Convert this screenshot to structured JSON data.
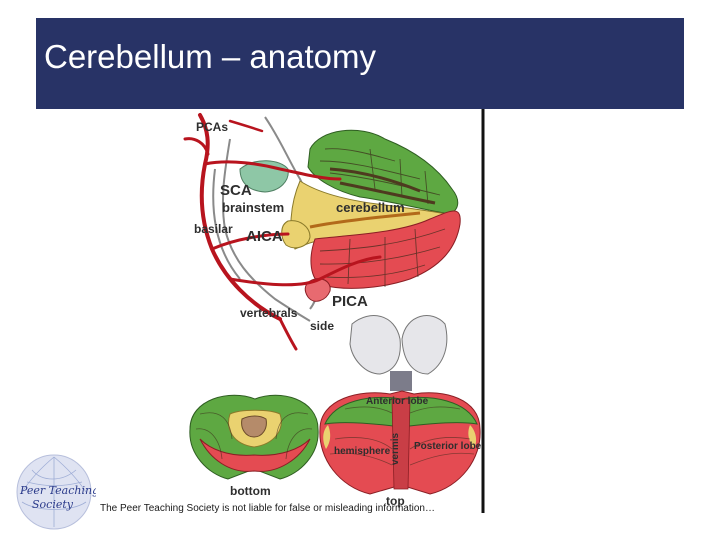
{
  "slide": {
    "title": "Cerebellum – anatomy"
  },
  "figure": {
    "labels": {
      "pcas": "PCAs",
      "sca": "SCA",
      "brainstem": "brainstem",
      "cerebellum": "cerebellum",
      "basilar": "basilar",
      "aica": "AICA",
      "pica": "PICA",
      "vertebrals": "vertebrals",
      "side": "side",
      "anterior_lobe": "Anterior lobe",
      "vermis": "vermis",
      "hemisphere": "hemisphere",
      "posterior_lobe": "Posterior lobe",
      "bottom": "bottom",
      "top": "top"
    }
  },
  "footer": {
    "disclaimer": "The Peer Teaching Society is not liable for false or misleading information…"
  },
  "logo": {
    "line1": "Peer Teaching",
    "line2": "Society"
  },
  "colors": {
    "title_bg": "#283366",
    "artery": "#b8141e",
    "green": "#5ea842",
    "yellow": "#ead270",
    "red": "#e44b52"
  }
}
